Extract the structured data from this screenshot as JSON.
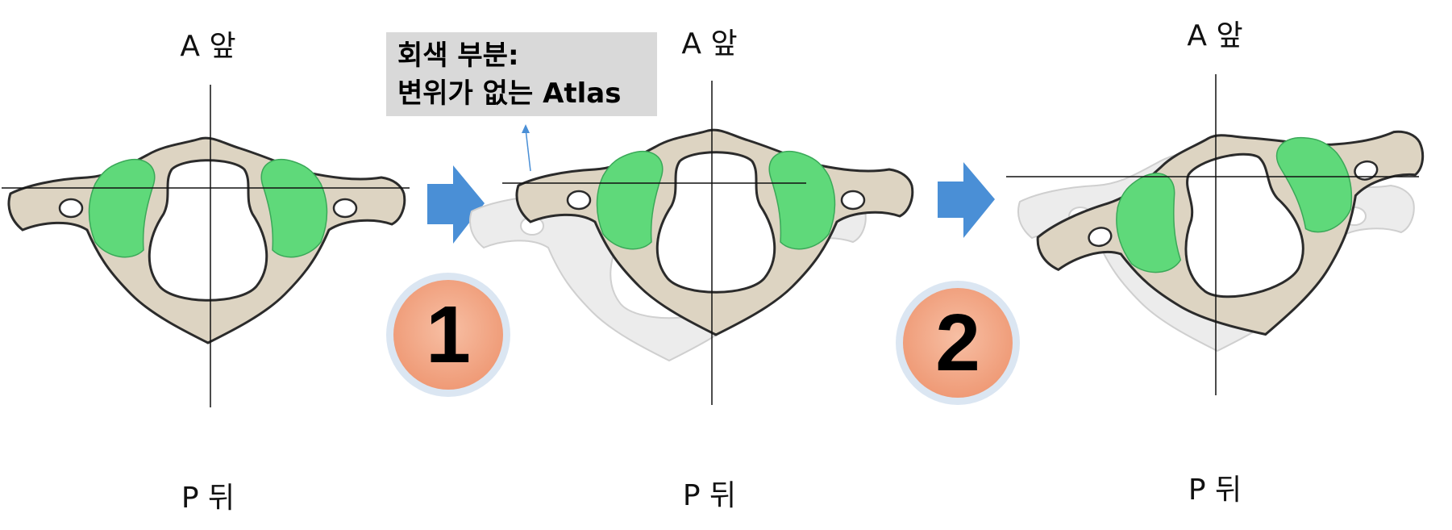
{
  "panels": [
    {
      "id": "original",
      "anterior_label": "A 앞",
      "posterior_label": "P 뒤"
    },
    {
      "id": "step1",
      "anterior_label": "A 앞",
      "posterior_label": "P 뒤"
    },
    {
      "id": "step2",
      "anterior_label": "A 앞",
      "posterior_label": "P 뒤"
    }
  ],
  "callout": {
    "line1": "회색 부분:",
    "line2": "변위가 없는 Atlas"
  },
  "steps": [
    {
      "number": "1"
    },
    {
      "number": "2"
    }
  ],
  "colors": {
    "bone": "#ddd4c2",
    "bone_outline": "#2b2b2b",
    "facet": "#5fd97a",
    "ghost": "#e9e9e9",
    "arrow": "#4a8fd6",
    "badge": "#f4a886",
    "badge_ring": "#dbe6f2",
    "callout_bg": "#d9d9d9"
  }
}
